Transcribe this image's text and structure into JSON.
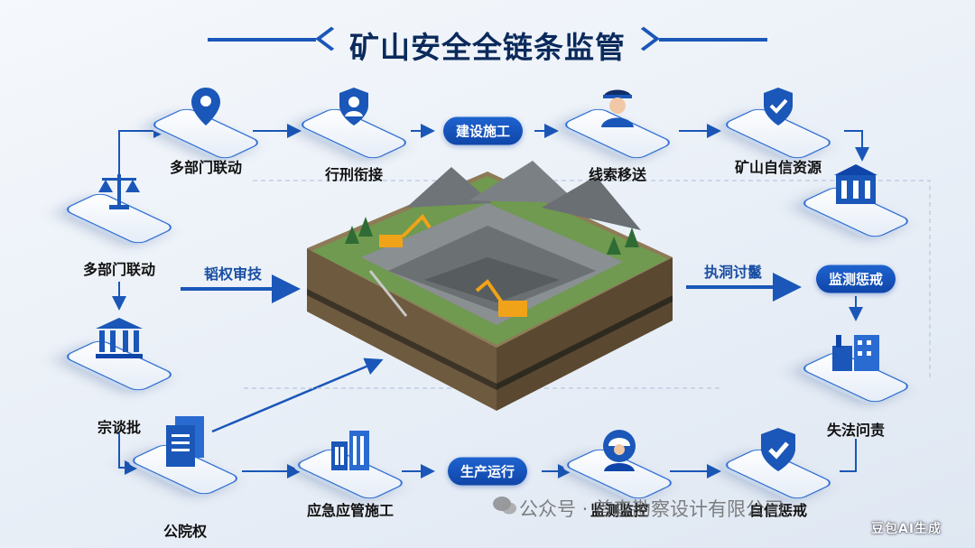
{
  "title": "矿山安全全链条监管",
  "nodes": [
    {
      "id": "n1",
      "label": "多部门联动",
      "icon": "location-pin-icon"
    },
    {
      "id": "n2",
      "label": "行刑衔接",
      "icon": "shield-person-icon"
    },
    {
      "id": "n3",
      "label": "线索移送",
      "icon": "officer-icon"
    },
    {
      "id": "n4",
      "label": "矿山自信资源",
      "icon": "shield-check-icon"
    },
    {
      "id": "n5",
      "label": "多部门联动",
      "icon": "scales-icon"
    },
    {
      "id": "n6",
      "label": "宗谈批",
      "icon": "courthouse-icon"
    },
    {
      "id": "n7",
      "label": "公院权",
      "icon": "documents-icon"
    },
    {
      "id": "n8",
      "label": "应急应管施工",
      "icon": "building-icon"
    },
    {
      "id": "n9",
      "label": "监测监控",
      "icon": "worker-icon"
    },
    {
      "id": "n10",
      "label": "自信惩戒",
      "icon": "shield-check-icon"
    },
    {
      "id": "n11",
      "label": "失法问责",
      "icon": "factory-icon"
    },
    {
      "id": "n12",
      "label": "",
      "icon": "government-building-icon"
    }
  ],
  "pills": {
    "top": "建设施工",
    "right": "监测惩戒",
    "bottom": "生产运行"
  },
  "edge_labels": {
    "left": "韬权审技",
    "right": "执洞讨鬣"
  },
  "watermark": {
    "text": "公众号 · 首森勘察设计有限公司"
  },
  "badge": {
    "text": "豆包AI生成"
  },
  "colors": {
    "primary": "#1a57b8",
    "navy": "#0b2a5c",
    "pill": "#0f45a8"
  }
}
